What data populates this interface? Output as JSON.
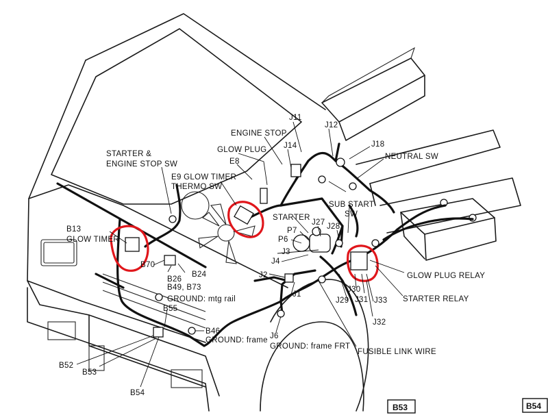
{
  "labels": {
    "starter_engine_stop_sw_1": "STARTER &",
    "starter_engine_stop_sw_2": "ENGINE STOP SW",
    "engine_stop": "ENGINE STOP",
    "glow_plug": "GLOW PLUG",
    "e8": "E8",
    "e9_glow_timer": "E9 GLOW TIMER",
    "thermo_sw": "THERMO SW",
    "j11": "J11",
    "j12": "J12",
    "j14": "J14",
    "j18": "J18",
    "neutral_sw": "NEUTRAL SW",
    "sub_start_sw_1": "SUB START",
    "sub_start_sw_2": "SW",
    "starter": "STARTER",
    "j27": "J27",
    "j28": "J28",
    "p7": "P7",
    "p6": "P6",
    "j3": "J3",
    "j4": "J4",
    "j2": "J2",
    "j1": "J1",
    "b13": "B13",
    "glow_timer": "GLOW TIMER",
    "b70": "B70",
    "b24": "B24",
    "b26": "B26",
    "b49_b73": "B49, B73",
    "ground_mtg_rail": "GROUND: mtg rail",
    "b55": "B55",
    "b46": "B46",
    "ground_frame": "GROUND: frame",
    "j6": "J6",
    "ground_frame_frt": "GROUND: frame FRT",
    "b52": "B52",
    "b53": "B53",
    "b54": "B54",
    "glow_plug_relay": "GLOW PLUG RELAY",
    "starter_relay": "STARTER RELAY",
    "j29": "J29",
    "j30": "J30",
    "j31": "J31",
    "j32": "J32",
    "j33": "J33",
    "fusible_link_wire": "FUSIBLE LINK WIRE"
  },
  "page_tags": {
    "left": "B53",
    "right": "B54"
  },
  "colors": {
    "highlight": "#e0161b",
    "ink": "#111111",
    "background": "#ffffff"
  }
}
